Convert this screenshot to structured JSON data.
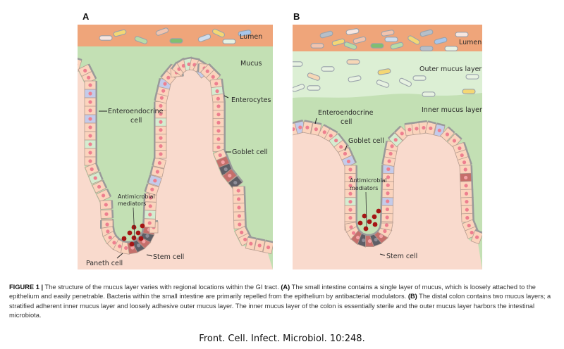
{
  "figure": {
    "panels": [
      {
        "id": "A",
        "label": "A",
        "layers": [
          "Lumen",
          "Mucus"
        ],
        "labels": {
          "lumen": "Lumen",
          "mucus": "Mucus",
          "enteroendocrine_1": "Enteroendocrine",
          "enteroendocrine_2": "cell",
          "enterocytes": "Enterocytes",
          "goblet": "Goblet cell",
          "antimicrobial_1": "Antimicrobial",
          "antimicrobial_2": "mediators",
          "paneth": "Paneth cell",
          "stem": "Stem cell"
        }
      },
      {
        "id": "B",
        "label": "B",
        "layers": [
          "Lumen",
          "Outer mucus layer",
          "Inner mucus layer"
        ],
        "labels": {
          "lumen": "Lumen",
          "outer": "Outer mucus layer",
          "inner": "Inner mucus layer",
          "enteroendocrine_1": "Enteroendocrine",
          "enteroendocrine_2": "cell",
          "goblet": "Goblet cell",
          "antimicrobial_1": "Antimicrobial",
          "antimicrobial_2": "mediators",
          "stem": "Stem cell"
        }
      }
    ],
    "colors": {
      "lumen": "#efa57a",
      "mucus": "#c3e0b4",
      "outer_mucus": "#dcefd4",
      "tissue": "#f9dacd",
      "enterocyte": "#fbd4bd",
      "goblet": "#d5ecd0",
      "enteroendocrine": "#c4cbea",
      "paneth": "#c56f6b",
      "stem": "#5e5e66",
      "nucleus": "#ee7f8f",
      "antimicrobial": "#a51515"
    },
    "bacteria_colors": [
      "#f4d774",
      "#f2c3ad",
      "#b7dca8",
      "#cfdcec",
      "#a7c6ec",
      "#f7e6e0",
      "#e6f1e2",
      "#7fbf70",
      "#b6bfc9",
      "#f6d7b6"
    ]
  },
  "caption": {
    "figure_label": "FIGURE 1 |",
    "text_1": " The structure of the mucus layer varies with regional locations within the GI tract. ",
    "label_a": "(A)",
    "text_2": " The small intestine contains a single layer of mucus, which is loosely attached to the epithelium and easily penetrable. Bacteria within the small intestine are primarily repelled from the epithelium by antibacterial modulators. ",
    "label_b": "(B)",
    "text_3": " The distal colon contains two mucus layers; a stratified adherent inner mucus layer and loosely adhesive outer mucus layer. The inner mucus layer of the colon is essentially sterile and the outer mucus layer harbors the intestinal microbiota."
  },
  "source": "Front. Cell. Infect. Microbiol. 10:248."
}
